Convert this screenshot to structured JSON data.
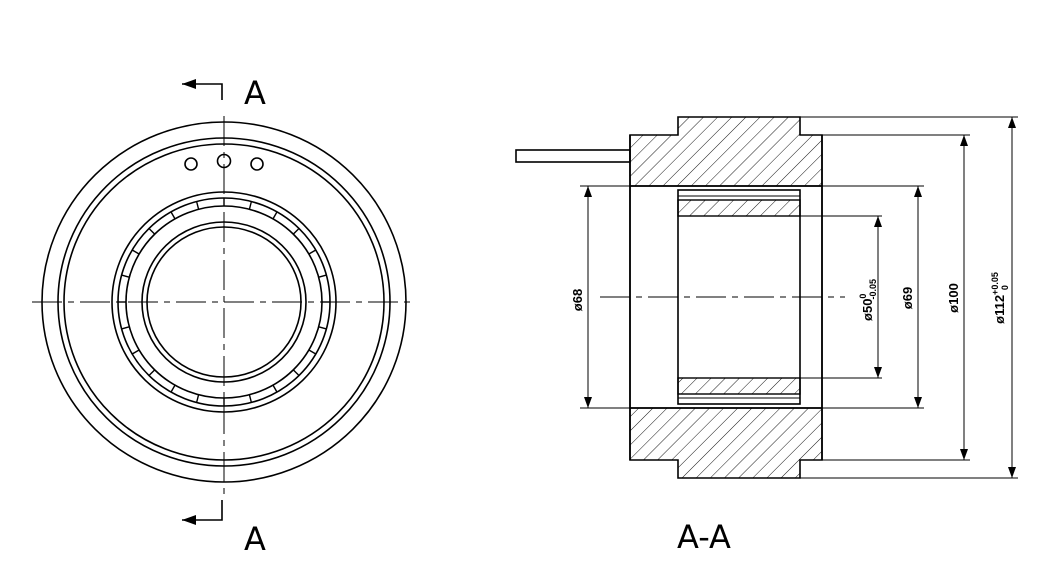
{
  "section_marks": {
    "top_label": "A",
    "bottom_label": "A",
    "section_title": "A-A"
  },
  "dimensions": {
    "d68": "ø68",
    "d50_base": "ø50",
    "d50_tol_upper": "0",
    "d50_tol_lower": "-0.05",
    "d69": "ø69",
    "d100": "ø100",
    "d112_base": "ø112",
    "d112_tol_upper": "+0.05",
    "d112_tol_lower": "0"
  }
}
